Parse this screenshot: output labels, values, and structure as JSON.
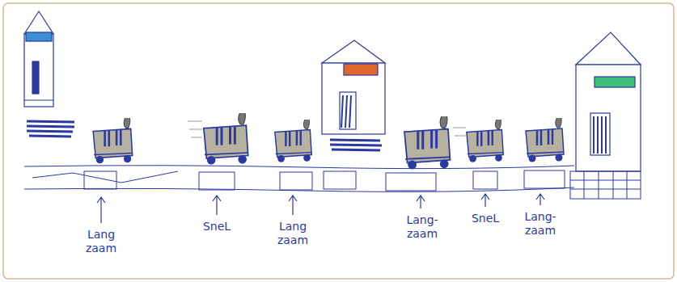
{
  "diagram": {
    "labels": [
      "Lang zaam",
      "SneL",
      "Lang zaam",
      "Lang- zaam",
      "SneL",
      "Lang- zaam"
    ]
  }
}
